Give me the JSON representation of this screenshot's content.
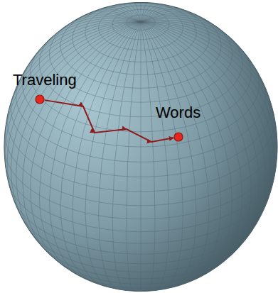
{
  "diagram": {
    "nodes": [
      {
        "text": [
          "Traveling"
        ]
      },
      {
        "text": [
          "Words"
        ]
      }
    ],
    "edges": [
      {
        "from": 0,
        "to": 1,
        "arrow": "to"
      }
    ]
  }
}
